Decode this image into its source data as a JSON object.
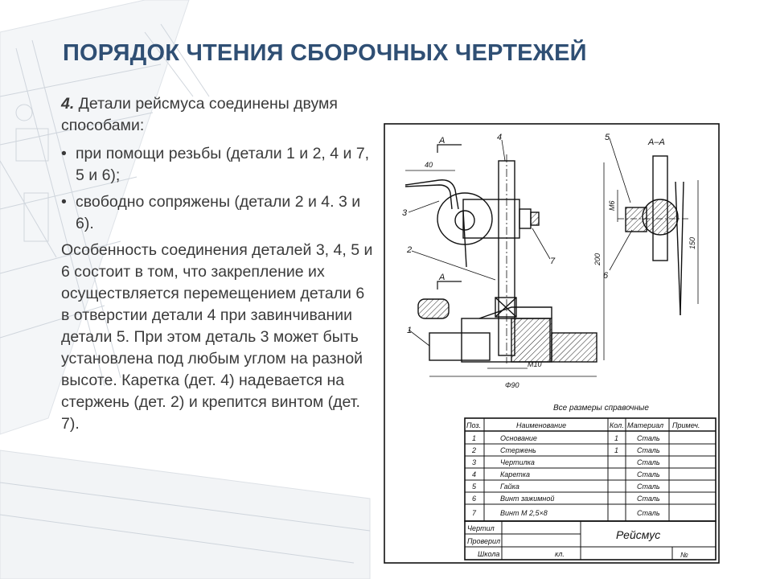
{
  "slide": {
    "title": "ПОРЯДОК ЧТЕНИЯ СБОРОЧНЫХ ЧЕРТЕЖЕЙ",
    "intro_number": "4.",
    "intro_text": " Детали рейсмуса соединены двумя способами:",
    "bullets": [
      "при помощи резьбы (детали 1 и 2, 4 и 7, 5 и 6);",
      "свободно сопряжены (детали 2 и 4. 3 и 6)."
    ],
    "paragraph": "Особенность соединения деталей 3, 4, 5 и 6 состоит в том, что закрепление их осуществляется перемещением детали 6 в отверстии детали 4 при завинчивании детали 5. При этом деталь 3 может быть установлена под любым углом на разной высоте. Каретка (дет. 4) надевается на стержень (дет. 2) и крепится винтом (дет. 7).",
    "bullet_glyph": "•"
  },
  "drawing": {
    "section_labels": [
      "A",
      "A",
      "A–A"
    ],
    "callouts": [
      "1",
      "2",
      "3",
      "4",
      "5",
      "6",
      "7"
    ],
    "dimensions": {
      "d40": "40",
      "d200": "200",
      "d150": "150",
      "m6": "M6",
      "m10": "M10",
      "phi90": "Φ90"
    },
    "note": "Все размеры справочные",
    "table": {
      "headers": [
        "Поз.",
        "Наименование",
        "Кол.",
        "Материал",
        "Примеч."
      ],
      "rows": [
        [
          "1",
          "Основание",
          "1",
          "Сталь",
          ""
        ],
        [
          "2",
          "Стержень",
          "1",
          "Сталь",
          ""
        ],
        [
          "3",
          "Чертилка",
          "",
          "Сталь",
          ""
        ],
        [
          "4",
          "Каретка",
          "",
          "Сталь",
          ""
        ],
        [
          "5",
          "Гайка",
          "",
          "Сталь",
          ""
        ],
        [
          "6",
          "Винт зажимной",
          "",
          "Сталь",
          ""
        ],
        [
          "7",
          "Винт М 2,5×8",
          "",
          "Сталь",
          ""
        ]
      ],
      "stamp_rows": [
        "Чертил",
        "Проверил",
        "Школа"
      ],
      "stamp_class": "кл.",
      "stamp_title": "Рейсмус",
      "stamp_no": "№"
    }
  },
  "colors": {
    "title": "#2f4f74",
    "text": "#3a3a3a",
    "background_lines": "#c9d0d8"
  }
}
